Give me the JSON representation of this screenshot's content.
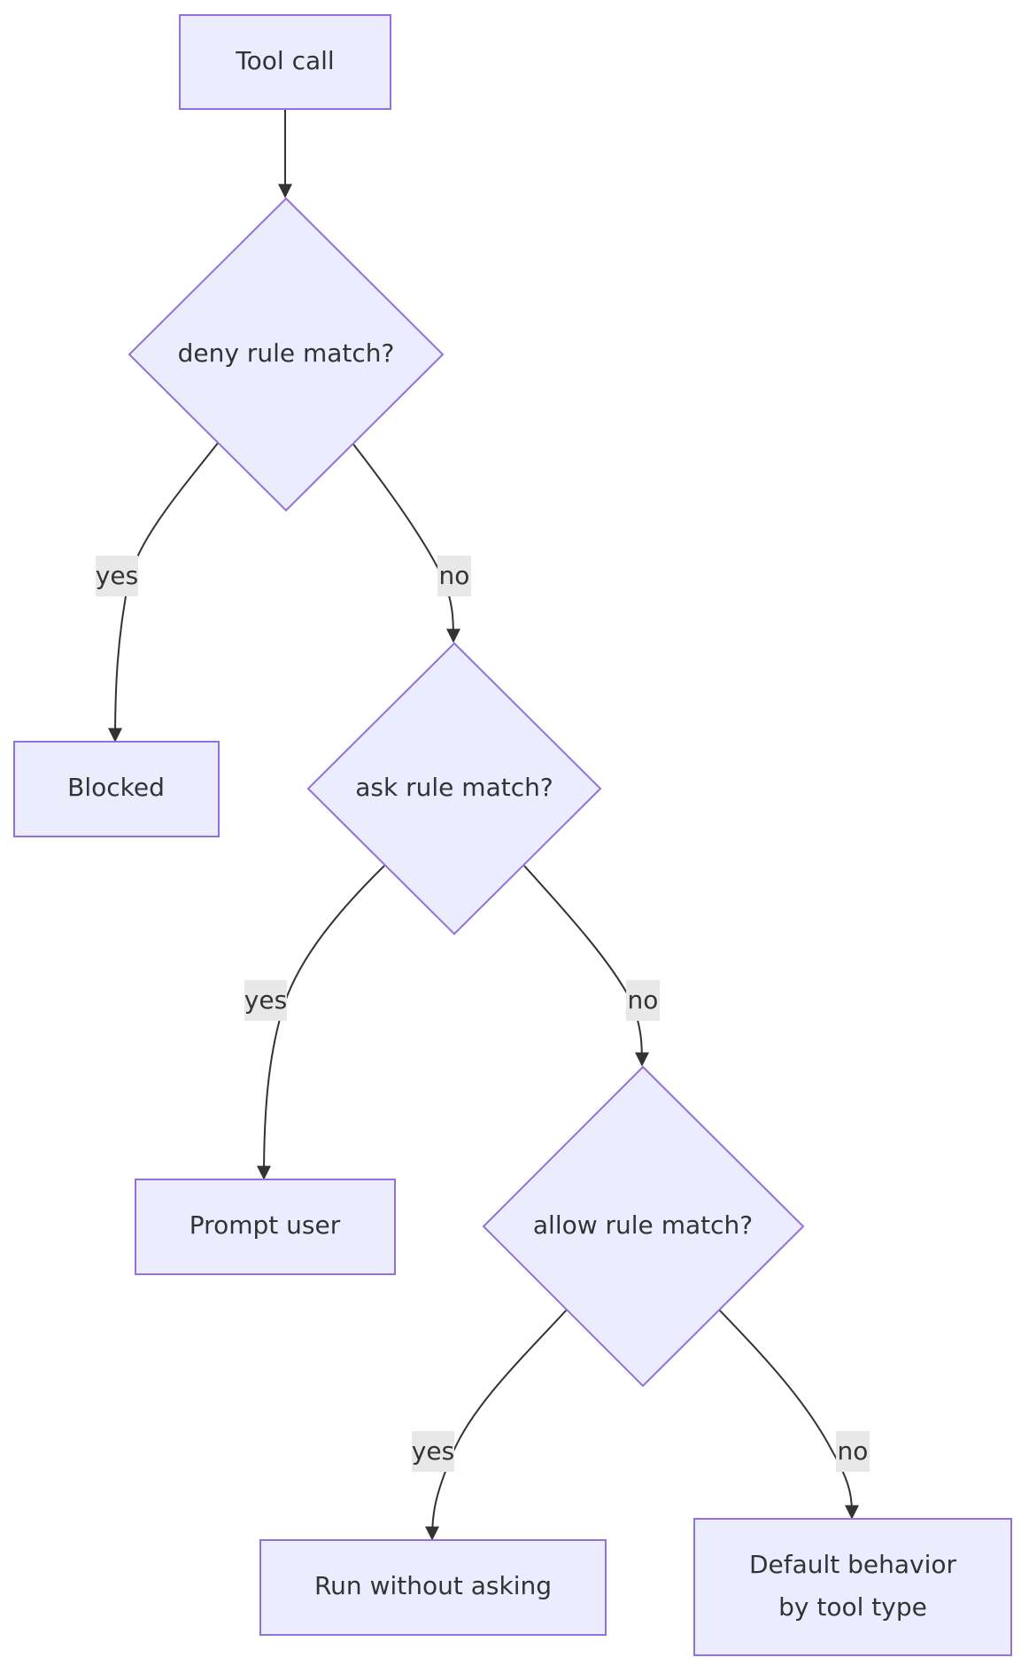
{
  "nodes": {
    "tool_call": "Tool call",
    "deny_decision": "deny rule match?",
    "blocked": "Blocked",
    "ask_decision": "ask rule match?",
    "prompt_user": "Prompt user",
    "allow_decision": "allow rule match?",
    "run_without_asking": "Run without asking",
    "default_behavior_line1": "Default behavior",
    "default_behavior_line2": "by tool type"
  },
  "edge_labels": {
    "deny_yes": "yes",
    "deny_no": "no",
    "ask_yes": "yes",
    "ask_no": "no",
    "allow_yes": "yes",
    "allow_no": "no"
  },
  "colors": {
    "node_fill": "#ECECFF",
    "node_stroke": "#9370DB",
    "edge": "#333333",
    "label_background": "#e8e8e8"
  }
}
